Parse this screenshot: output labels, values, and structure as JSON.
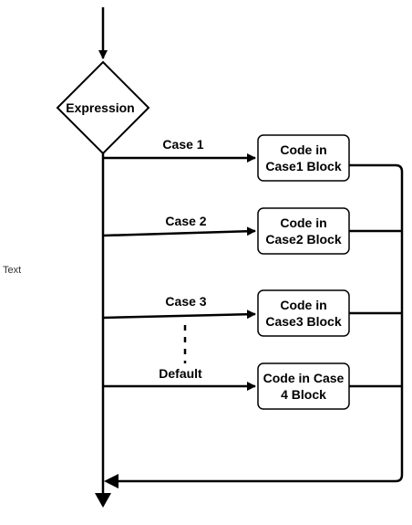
{
  "diagram": {
    "decision": {
      "label": "Expression"
    },
    "side_text": "Text",
    "edges": {
      "case1": "Case 1",
      "case2": "Case 2",
      "case3": "Case 3",
      "default": "Default"
    },
    "blocks": {
      "block1": [
        "Code in",
        "Case1 Block"
      ],
      "block2": [
        "Code in",
        "Case2 Block"
      ],
      "block3": [
        "Code in",
        "Case3 Block"
      ],
      "block4": [
        "Code in Case",
        "4 Block"
      ]
    },
    "colors": {
      "stroke": "#000000",
      "background": "#ffffff"
    }
  }
}
